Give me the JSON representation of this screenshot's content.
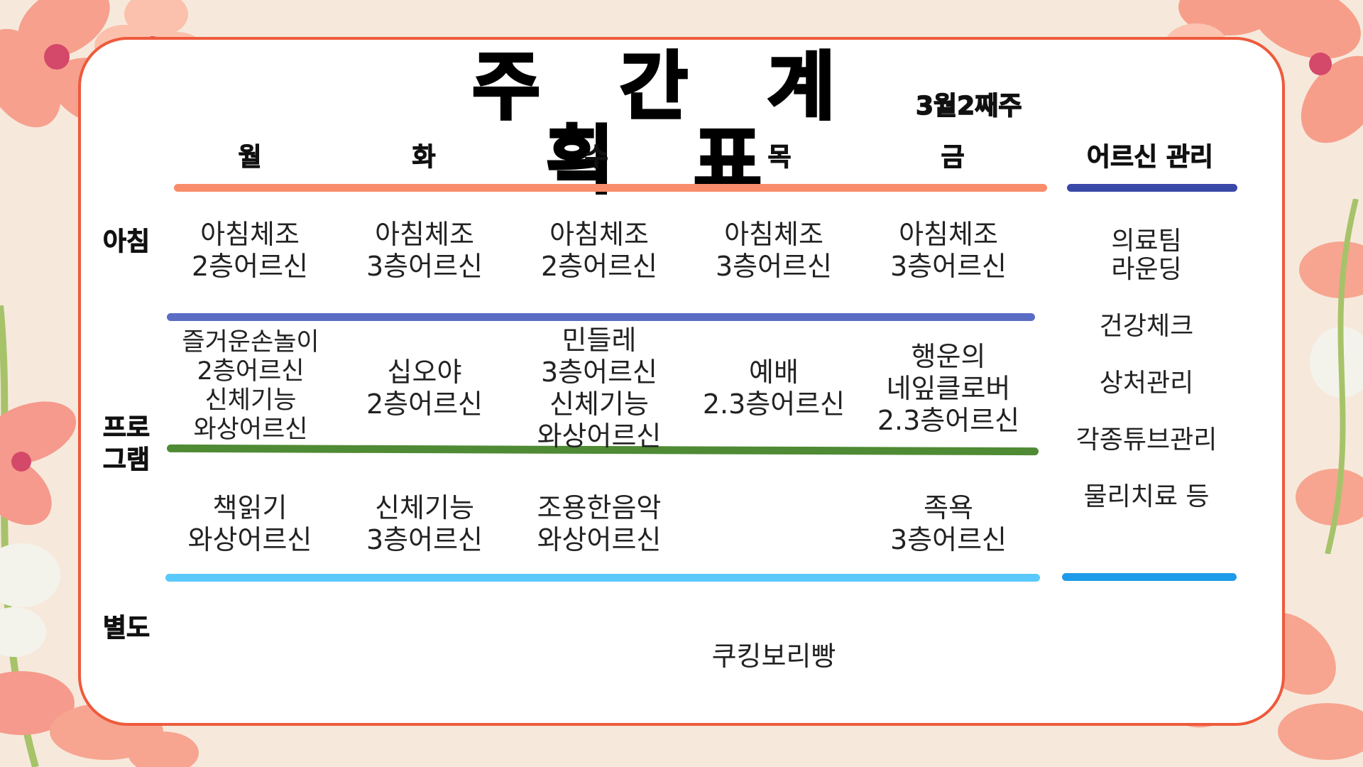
{
  "title": "주 간 계 획 표",
  "week": "3월2째주",
  "days": [
    "월",
    "화",
    "수",
    "목",
    "금"
  ],
  "care_header": "어르신 관리",
  "row_labels": {
    "morning": "아침",
    "program": [
      "프로",
      "그램"
    ],
    "special": "별도"
  },
  "morning": [
    [
      "아침체조",
      "2층어르신"
    ],
    [
      "아침체조",
      "3층어르신"
    ],
    [
      "아침체조",
      "2층어르신"
    ],
    [
      "아침체조",
      "3층어르신"
    ],
    [
      "아침체조",
      "3층어르신"
    ]
  ],
  "program1": [
    [
      "즐거운손놀이",
      "2층어르신",
      "신체기능",
      "와상어르신"
    ],
    [
      "십오야",
      "2층어르신"
    ],
    [
      "민들레",
      "3층어르신",
      "신체기능",
      "와상어르신"
    ],
    [
      "예배",
      "2.3층어르신"
    ],
    [
      "행운의",
      "네잎클로버",
      "2.3층어르신"
    ]
  ],
  "program2": [
    [
      "책읽기",
      "와상어르신"
    ],
    [
      "신체기능",
      "3층어르신"
    ],
    [
      "조용한음악",
      "와상어르신"
    ],
    [],
    [
      "족욕",
      "3층어르신"
    ]
  ],
  "special": "쿠킹보리빵",
  "care_items": [
    [
      "의료팀",
      "라운딩"
    ],
    [
      "건강체크"
    ],
    [
      "상처관리"
    ],
    [
      "각종튜브관리"
    ],
    [
      "물리치료 등"
    ]
  ],
  "colors": {
    "border": "#ee5a3c",
    "line_orange": "#f98c6b",
    "line_navy": "#3a48a8",
    "line_blue": "#5b6cc4",
    "line_green": "#4f8a34",
    "line_sky": "#5ac8fa",
    "line_sky2": "#1e9be8"
  }
}
